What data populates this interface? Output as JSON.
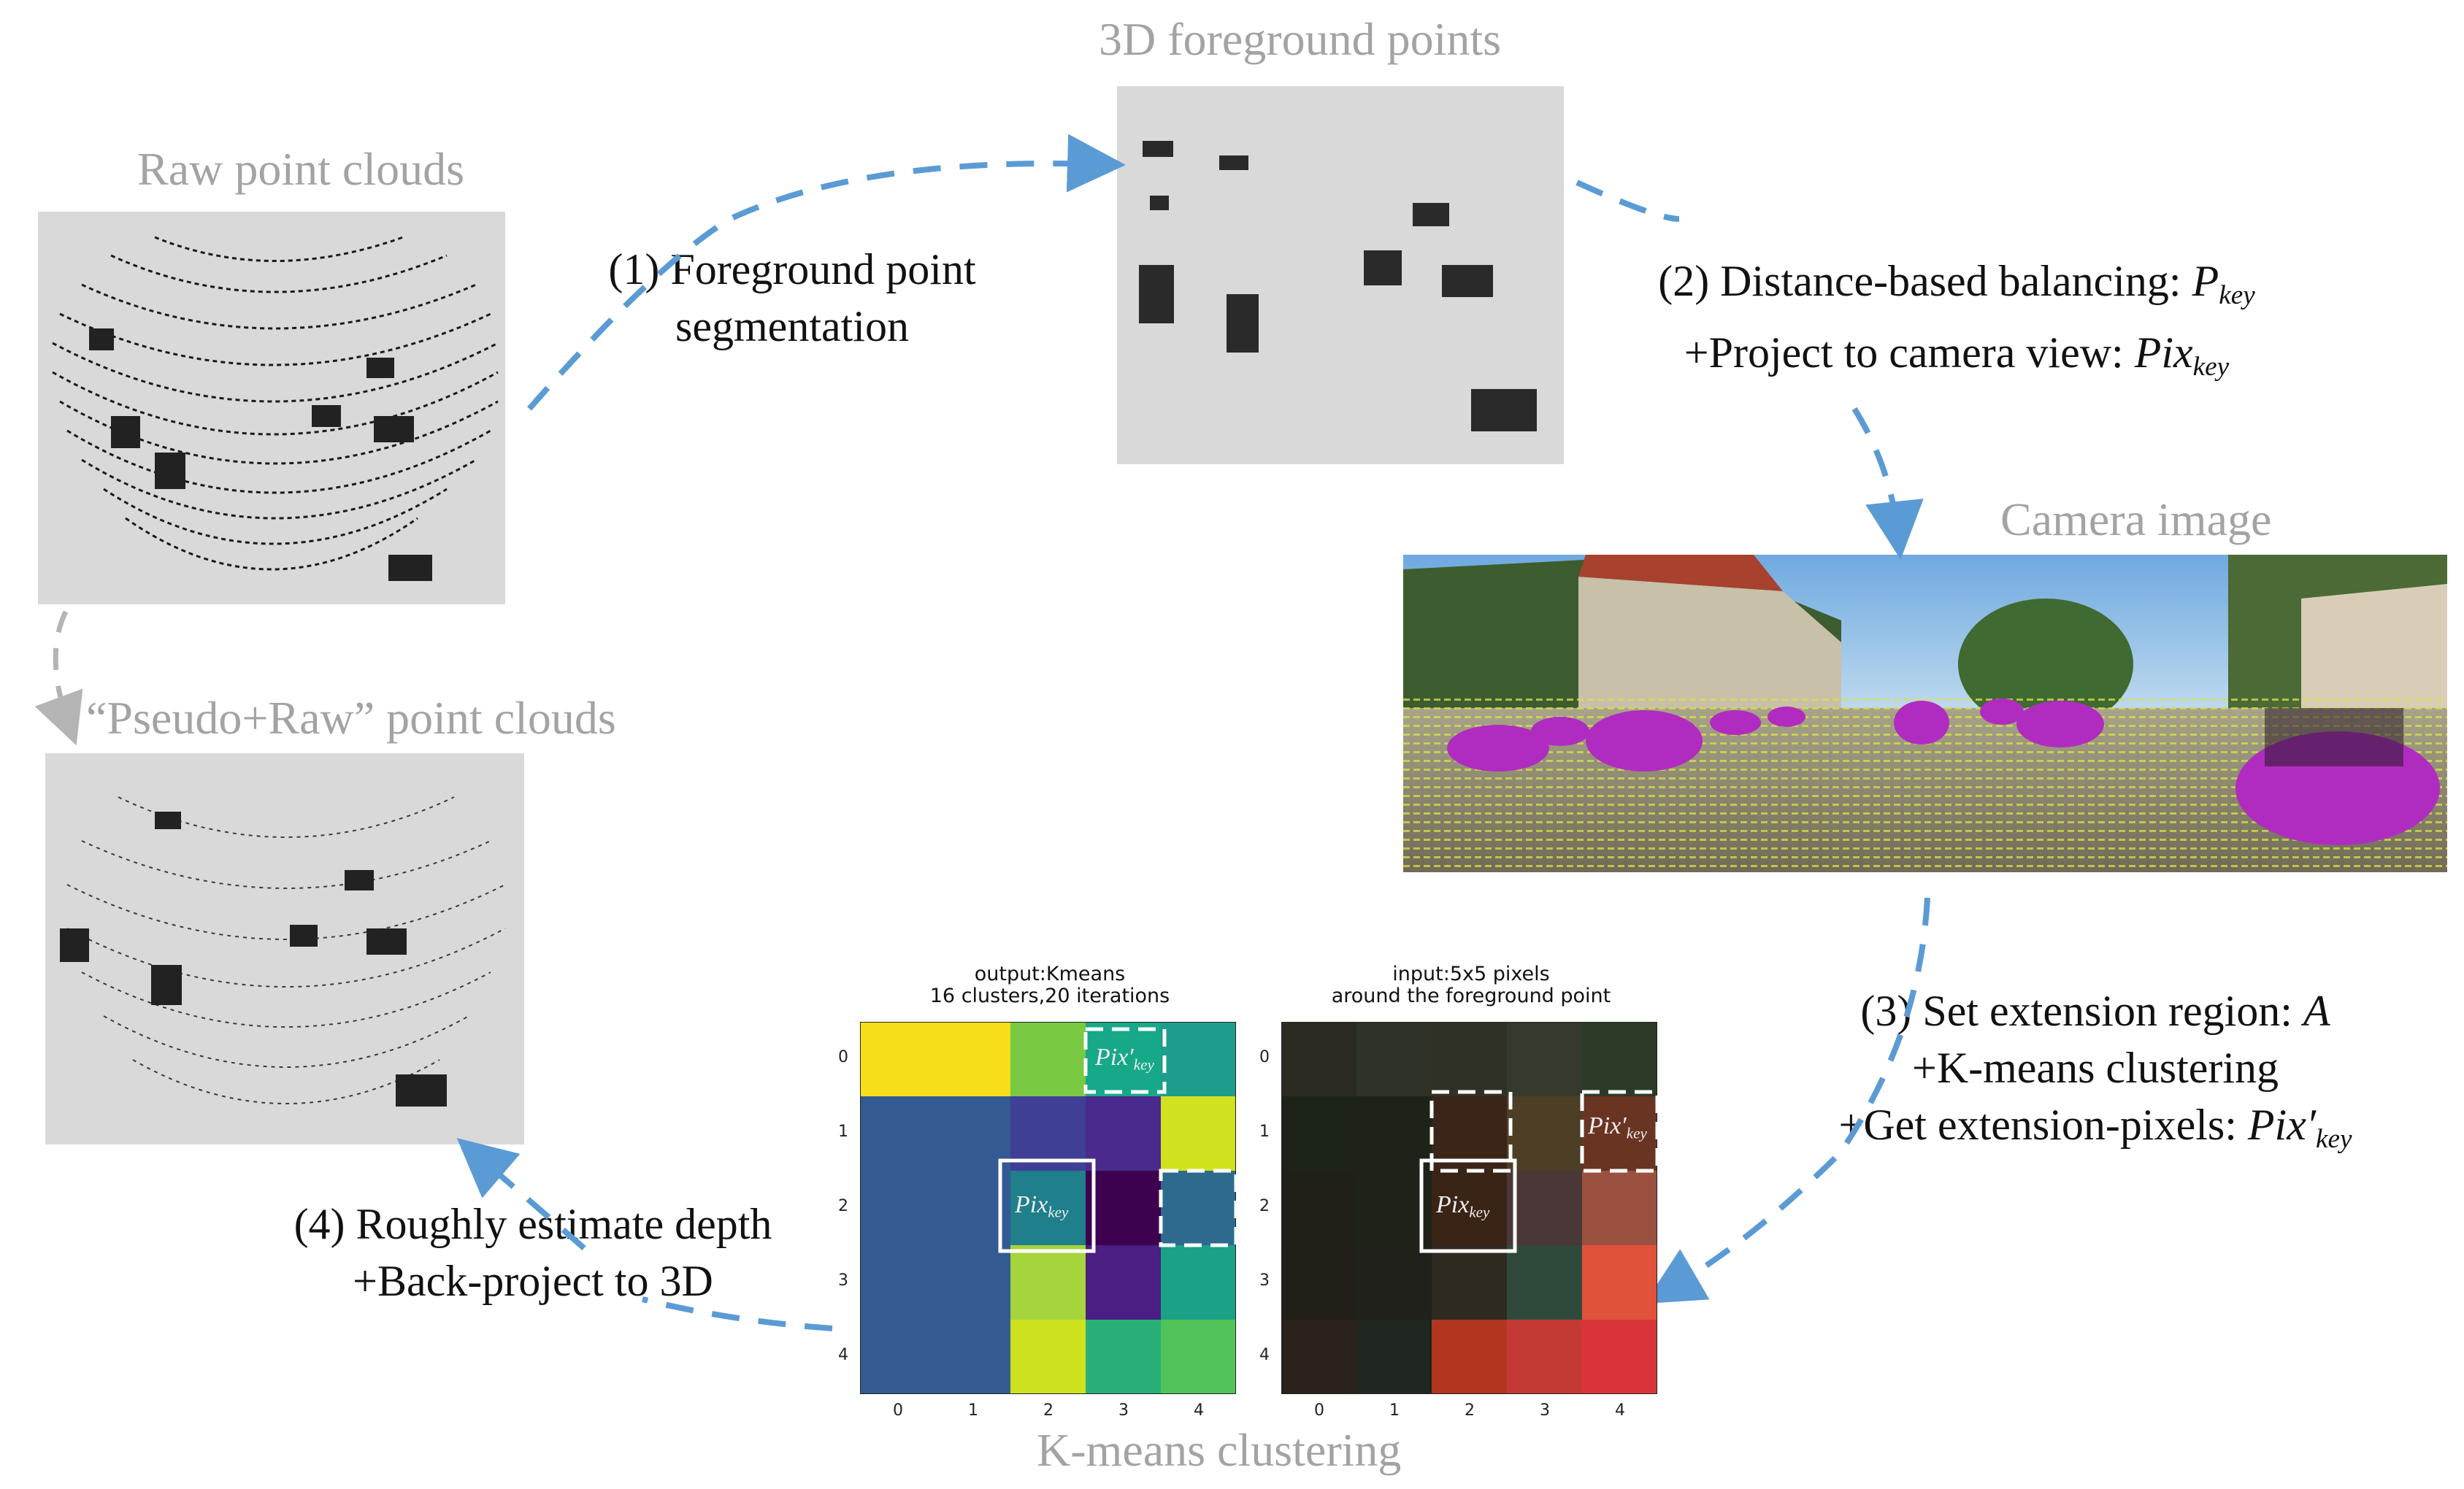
{
  "titles": {
    "raw": "Raw point clouds",
    "foreground": "3D foreground points",
    "camera": "Camera image",
    "pseudo_raw": "“Pseudo+Raw”  point clouds",
    "kmeans": "K-means clustering"
  },
  "steps": {
    "s1_line1": "(1) Foreground point",
    "s1_line2": "segmentation",
    "s2_line1_prefix": "(2) Distance-based balancing: ",
    "s2_line1_var": "P",
    "s2_line1_sub": "key",
    "s2_line2_prefix": "+Project to camera view: ",
    "s2_line2_var": "Pix",
    "s2_line2_sub": "key",
    "s3_line1_prefix": "(3) Set extension region: ",
    "s3_line1_var": "A",
    "s3_line2": "+K-means clustering",
    "s3_line3_prefix": "+Get extension-pixels: ",
    "s3_line3_var": "Pix′",
    "s3_line3_sub": "key",
    "s4_line1": "(4) Roughly estimate depth",
    "s4_line2": "+Back-project to 3D"
  },
  "heatmaps": {
    "left_title_1": "output:Kmeans",
    "left_title_2": "16 clusters,20 iterations",
    "right_title_1": "input:5x5 pixels",
    "right_title_2": "around the foreground point",
    "ticks": [
      "0",
      "1",
      "2",
      "3",
      "4"
    ],
    "pix_key_var": "Pix",
    "pix_key_sub": "key",
    "pix_prime_var": "Pix′",
    "pix_prime_sub": "key"
  },
  "colors": {
    "arrow": "#5b9bd5",
    "arrow_gray": "#b4b4b4",
    "panel_bg": "#d9d9d9",
    "title_gray": "#a3a3a3"
  }
}
